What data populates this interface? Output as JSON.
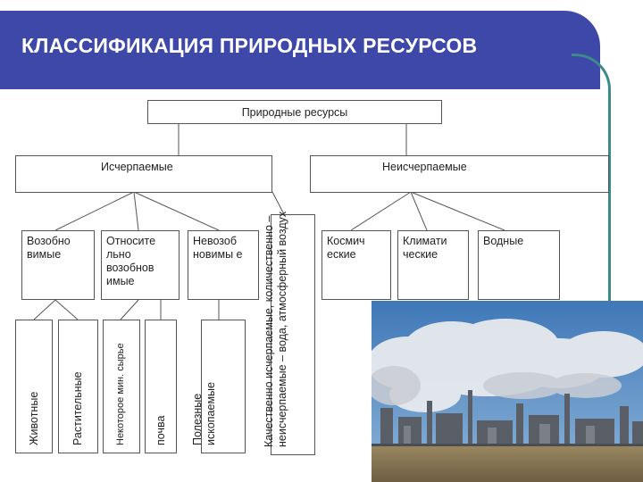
{
  "slide": {
    "title": "КЛАССИФИКАЦИЯ ПРИРОДНЫХ РЕСУРСОВ"
  },
  "diagram": {
    "root": "Природные ресурсы",
    "exhaustible": "Исчерпаемые",
    "inexhaustible": "Неисчерпаемые",
    "renewable": "Возобно вимые",
    "relatively_renewable": "Относите льно возобнов имые",
    "nonrenewable": "Невозоб новимы е",
    "cosmic": "Космич еские",
    "climatic": "Климати ческие",
    "water": "Водные",
    "animals": "Животные",
    "plants": "Растительные",
    "some_raw": "Некоторое мин. сырье",
    "soil": "почва",
    "minerals_1": "Полезные",
    "minerals_2": "ископаемые",
    "air_1": "Качественно исчерпаемые, количественно –",
    "air_2": "неисчерпаемые – вода, атмосферный воздух"
  },
  "photo": {
    "subject": "industrial-plant-smoke"
  }
}
